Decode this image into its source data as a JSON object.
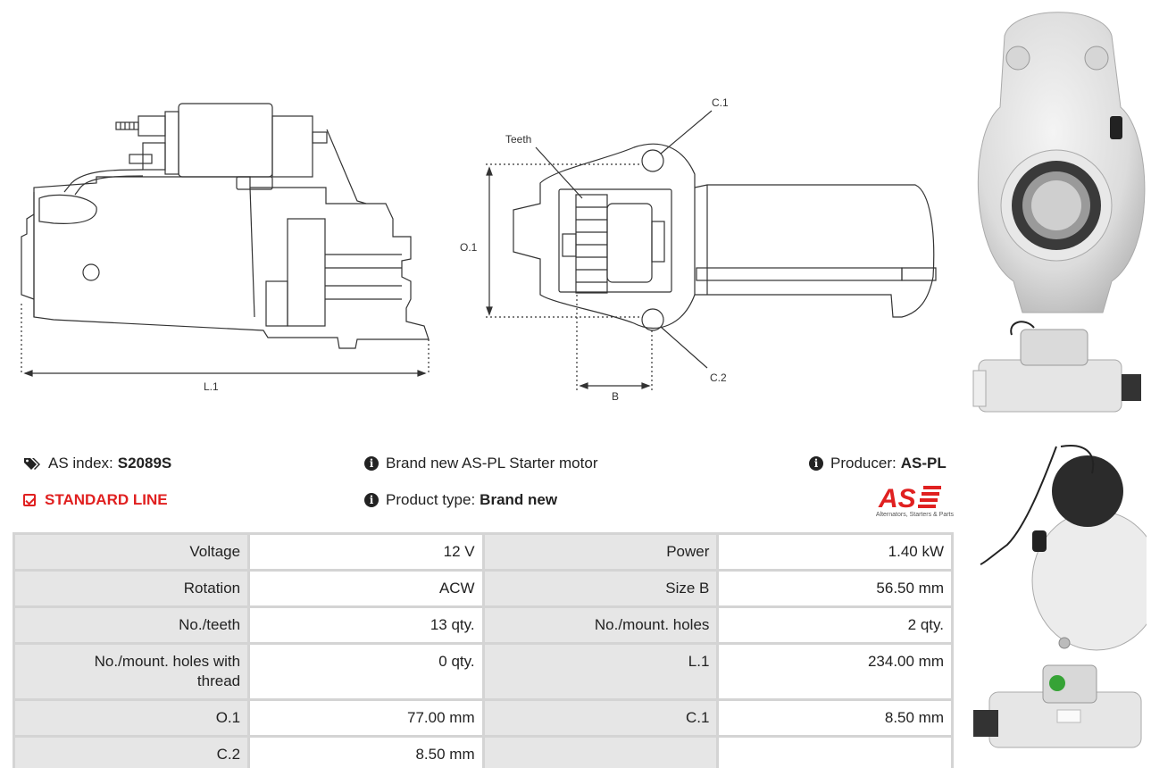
{
  "diagram": {
    "labels": {
      "l1": "L.1",
      "o1": "O.1",
      "b": "B",
      "c1": "C.1",
      "c2": "C.2",
      "teeth": "Teeth"
    }
  },
  "info": {
    "as_index_label": "AS index:",
    "as_index_value": "S2089S",
    "line_label": "STANDARD LINE",
    "brand_text": "Brand new AS-PL Starter motor",
    "product_type_label": "Product type:",
    "product_type_value": "Brand new",
    "producer_label": "Producer:",
    "producer_value": "AS-PL"
  },
  "logo": {
    "mark": "AS",
    "tagline": "Alternators, Starters & Parts",
    "brand_color": "#e02020"
  },
  "specs": {
    "rows": [
      {
        "k1": "Voltage",
        "v1": "12 V",
        "k2": "Power",
        "v2": "1.40 kW"
      },
      {
        "k1": "Rotation",
        "v1": "ACW",
        "k2": "Size B",
        "v2": "56.50 mm"
      },
      {
        "k1": "No./teeth",
        "v1": "13 qty.",
        "k2": "No./mount. holes",
        "v2": "2 qty."
      },
      {
        "k1": "No./mount. holes with thread",
        "v1": "0 qty.",
        "k2": "L.1",
        "v2": "234.00 mm"
      },
      {
        "k1": "O.1",
        "v1": "77.00 mm",
        "k2": "C.1",
        "v2": "8.50 mm"
      },
      {
        "k1": "C.2",
        "v1": "8.50 mm",
        "k2": "",
        "v2": ""
      }
    ]
  }
}
